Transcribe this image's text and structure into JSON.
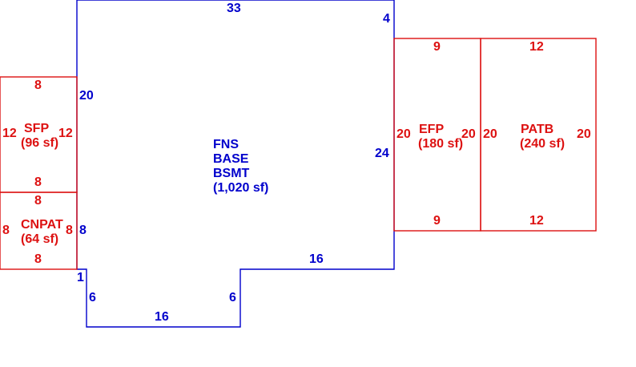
{
  "colors": {
    "main": "#0000cc",
    "addition": "#dd1111"
  },
  "main_area": {
    "lines": [
      "FNS",
      "BASE",
      "BSMT",
      "(1,020 sf)"
    ],
    "dims": {
      "top": "33",
      "right_top": "4",
      "left_upper": "20",
      "right_mid": "24",
      "left_lower": "8",
      "step_small": "1",
      "lower_right": "16",
      "notch_left": "6",
      "notch_right": "6",
      "bottom": "16"
    }
  },
  "areas": {
    "sfp": {
      "name": "SFP",
      "size": "(96 sf)",
      "dims": {
        "top": "8",
        "left": "12",
        "right": "12",
        "bottom": "8"
      }
    },
    "cnpat": {
      "name": "CNPAT",
      "size": "(64 sf)",
      "dims": {
        "top": "8",
        "left": "8",
        "right": "8",
        "bottom": "8"
      }
    },
    "efp": {
      "name": "EFP",
      "size": "(180 sf)",
      "dims": {
        "top": "9",
        "left": "20",
        "right": "20",
        "bottom": "9"
      }
    },
    "patb": {
      "name": "PATB",
      "size": "(240 sf)",
      "dims": {
        "top": "12",
        "left": "20",
        "right": "20",
        "bottom": "12"
      }
    }
  }
}
